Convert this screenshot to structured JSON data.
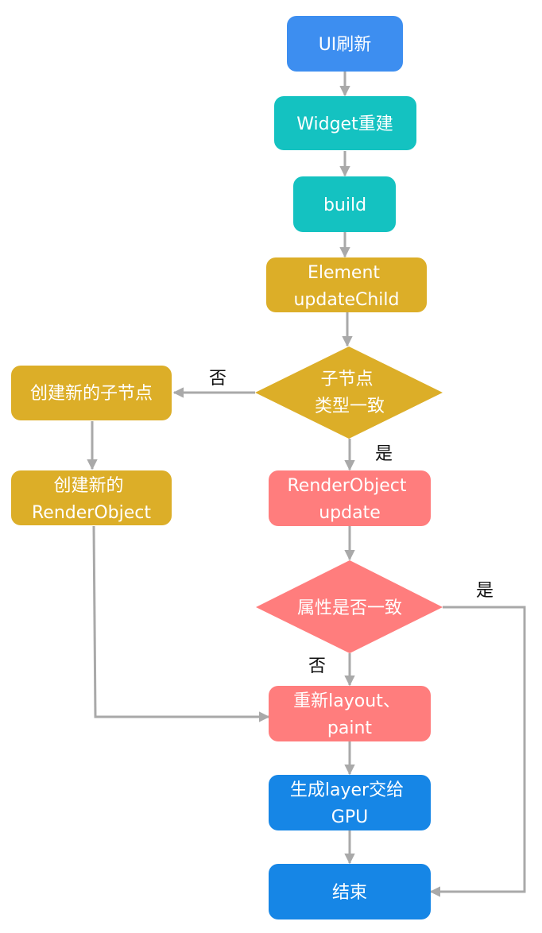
{
  "colors": {
    "blue_light": "#3d8ef0",
    "blue": "#1686e6",
    "teal": "#14c2c1",
    "gold": "#dcae28",
    "salmon": "#ff7d7d",
    "arrow": "#a9a9a9",
    "label": "#111111"
  },
  "nodes": {
    "ui_refresh": {
      "lines": [
        "UI刷新"
      ]
    },
    "widget_rebuild": {
      "lines": [
        "Widget重建"
      ]
    },
    "build": {
      "lines": [
        "build"
      ]
    },
    "element_update_child": {
      "lines": [
        "Element",
        "updateChild"
      ]
    },
    "child_type_same": {
      "lines": [
        "子节点",
        "类型一致"
      ]
    },
    "create_child": {
      "lines": [
        "创建新的子节点"
      ]
    },
    "create_render_object": {
      "lines": [
        "创建新的",
        "RenderObject"
      ]
    },
    "render_object_update": {
      "lines": [
        "RenderObject",
        "update"
      ]
    },
    "props_same": {
      "lines": [
        "属性是否一致"
      ]
    },
    "relayout_paint": {
      "lines": [
        "重新layout、",
        "paint"
      ]
    },
    "gen_layer_gpu": {
      "lines": [
        "生成layer交给",
        "GPU"
      ]
    },
    "end": {
      "lines": [
        "结束"
      ]
    }
  },
  "edge_labels": {
    "child_type_no": "否",
    "child_type_yes": "是",
    "props_yes": "是",
    "props_no": "否"
  }
}
